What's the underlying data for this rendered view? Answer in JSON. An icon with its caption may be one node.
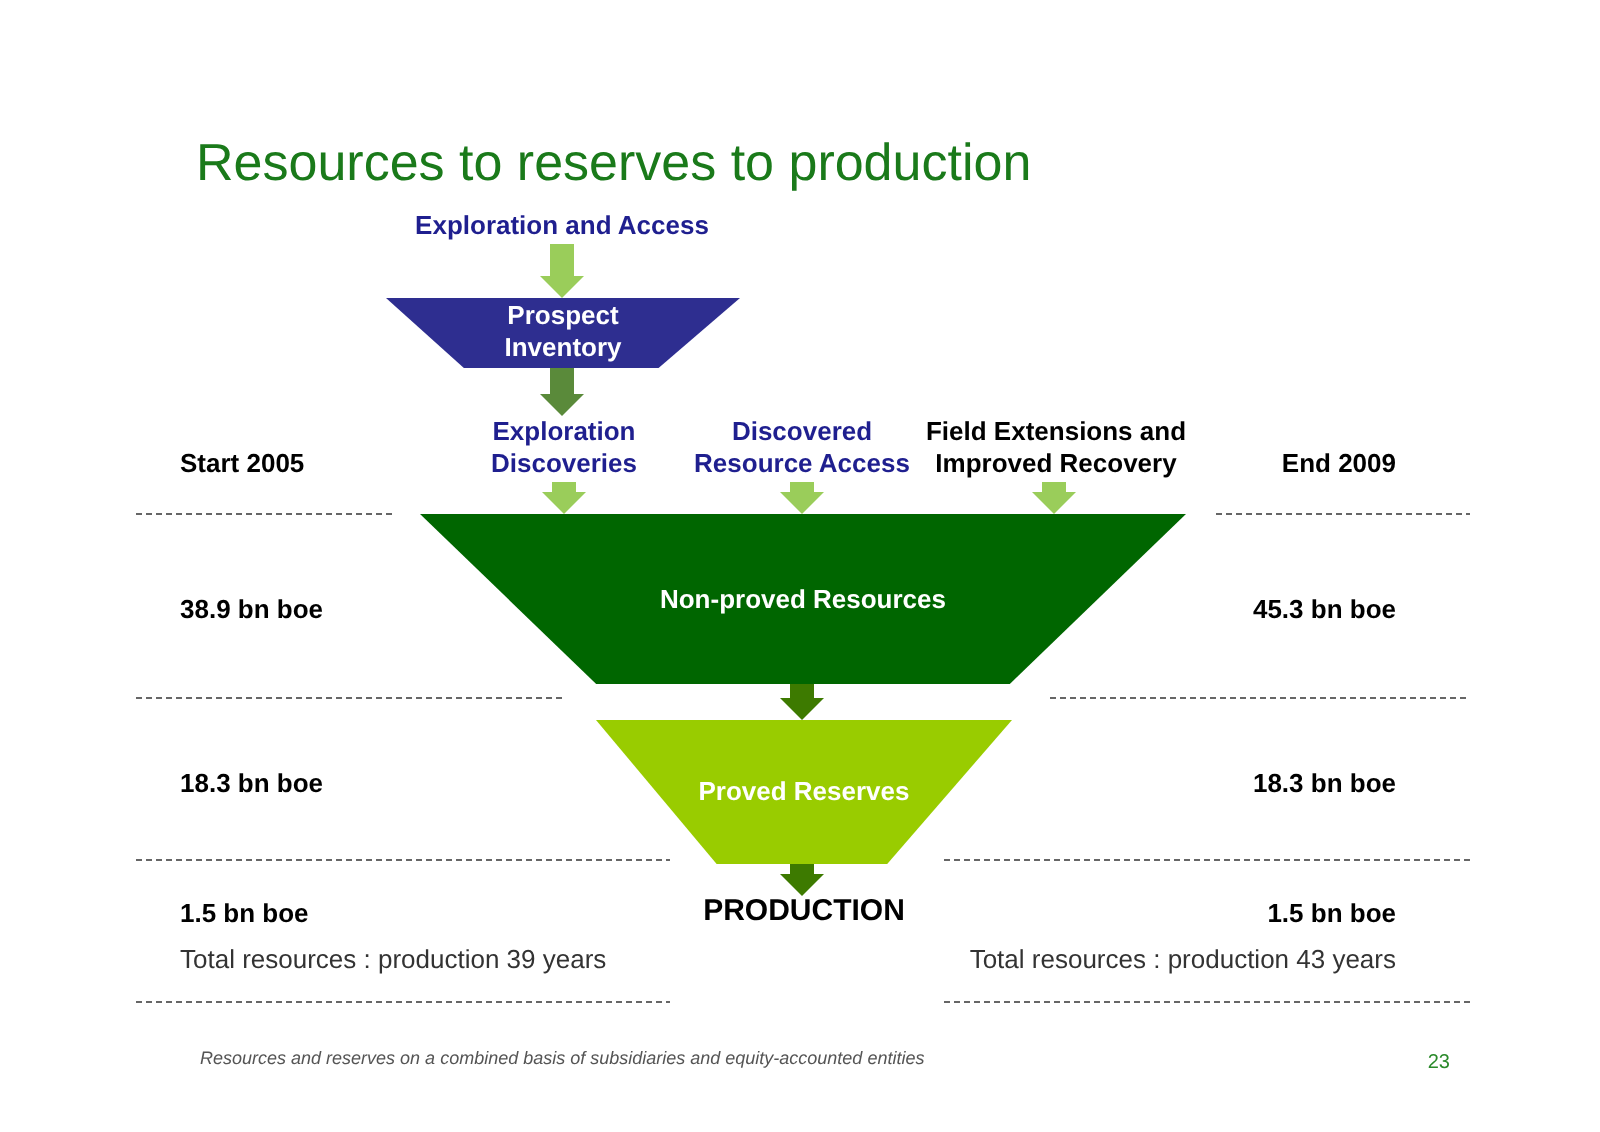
{
  "diagram": {
    "title": "Resources to reserves to production",
    "nodes": [
      {
        "text": [
          "Exploration and Access"
        ]
      },
      {
        "text": [
          "Prospect Inventory"
        ]
      },
      {
        "text": [
          "Exploration Discoveries"
        ]
      },
      {
        "text": [
          "Discovered Resource Access"
        ]
      },
      {
        "text": [
          "Field Extensions and Improved Recovery"
        ]
      },
      {
        "text": [
          "Non-proved Resources"
        ]
      },
      {
        "text": [
          "Proved Reserves"
        ]
      },
      {
        "text": [
          "PRODUCTION"
        ]
      }
    ],
    "edges": [
      {
        "from": 0,
        "to": 1,
        "arrow": "to"
      },
      {
        "from": 1,
        "to": 2,
        "arrow": "to",
        "color": "#5a8a3a"
      },
      {
        "from": 2,
        "to": 5,
        "arrow": "to"
      },
      {
        "from": 3,
        "to": 5,
        "arrow": "to"
      },
      {
        "from": 4,
        "to": 5,
        "arrow": "to"
      },
      {
        "from": 5,
        "to": 6,
        "arrow": "to",
        "color": "#3d7a00"
      },
      {
        "from": 6,
        "to": 7,
        "arrow": "to",
        "color": "#3d7a00"
      }
    ],
    "labels": [
      "Start 2005",
      "End 2009",
      "38.9 bn boe",
      "45.3 bn boe",
      "18.3 bn boe",
      "18.3 bn boe",
      "1.5 bn boe",
      "1.5 bn boe",
      "Total resources : production 39 years",
      "Total resources : production 43 years",
      "Resources and reserves on a combined basis of subsidiaries and equity-accounted entities",
      "23"
    ]
  }
}
